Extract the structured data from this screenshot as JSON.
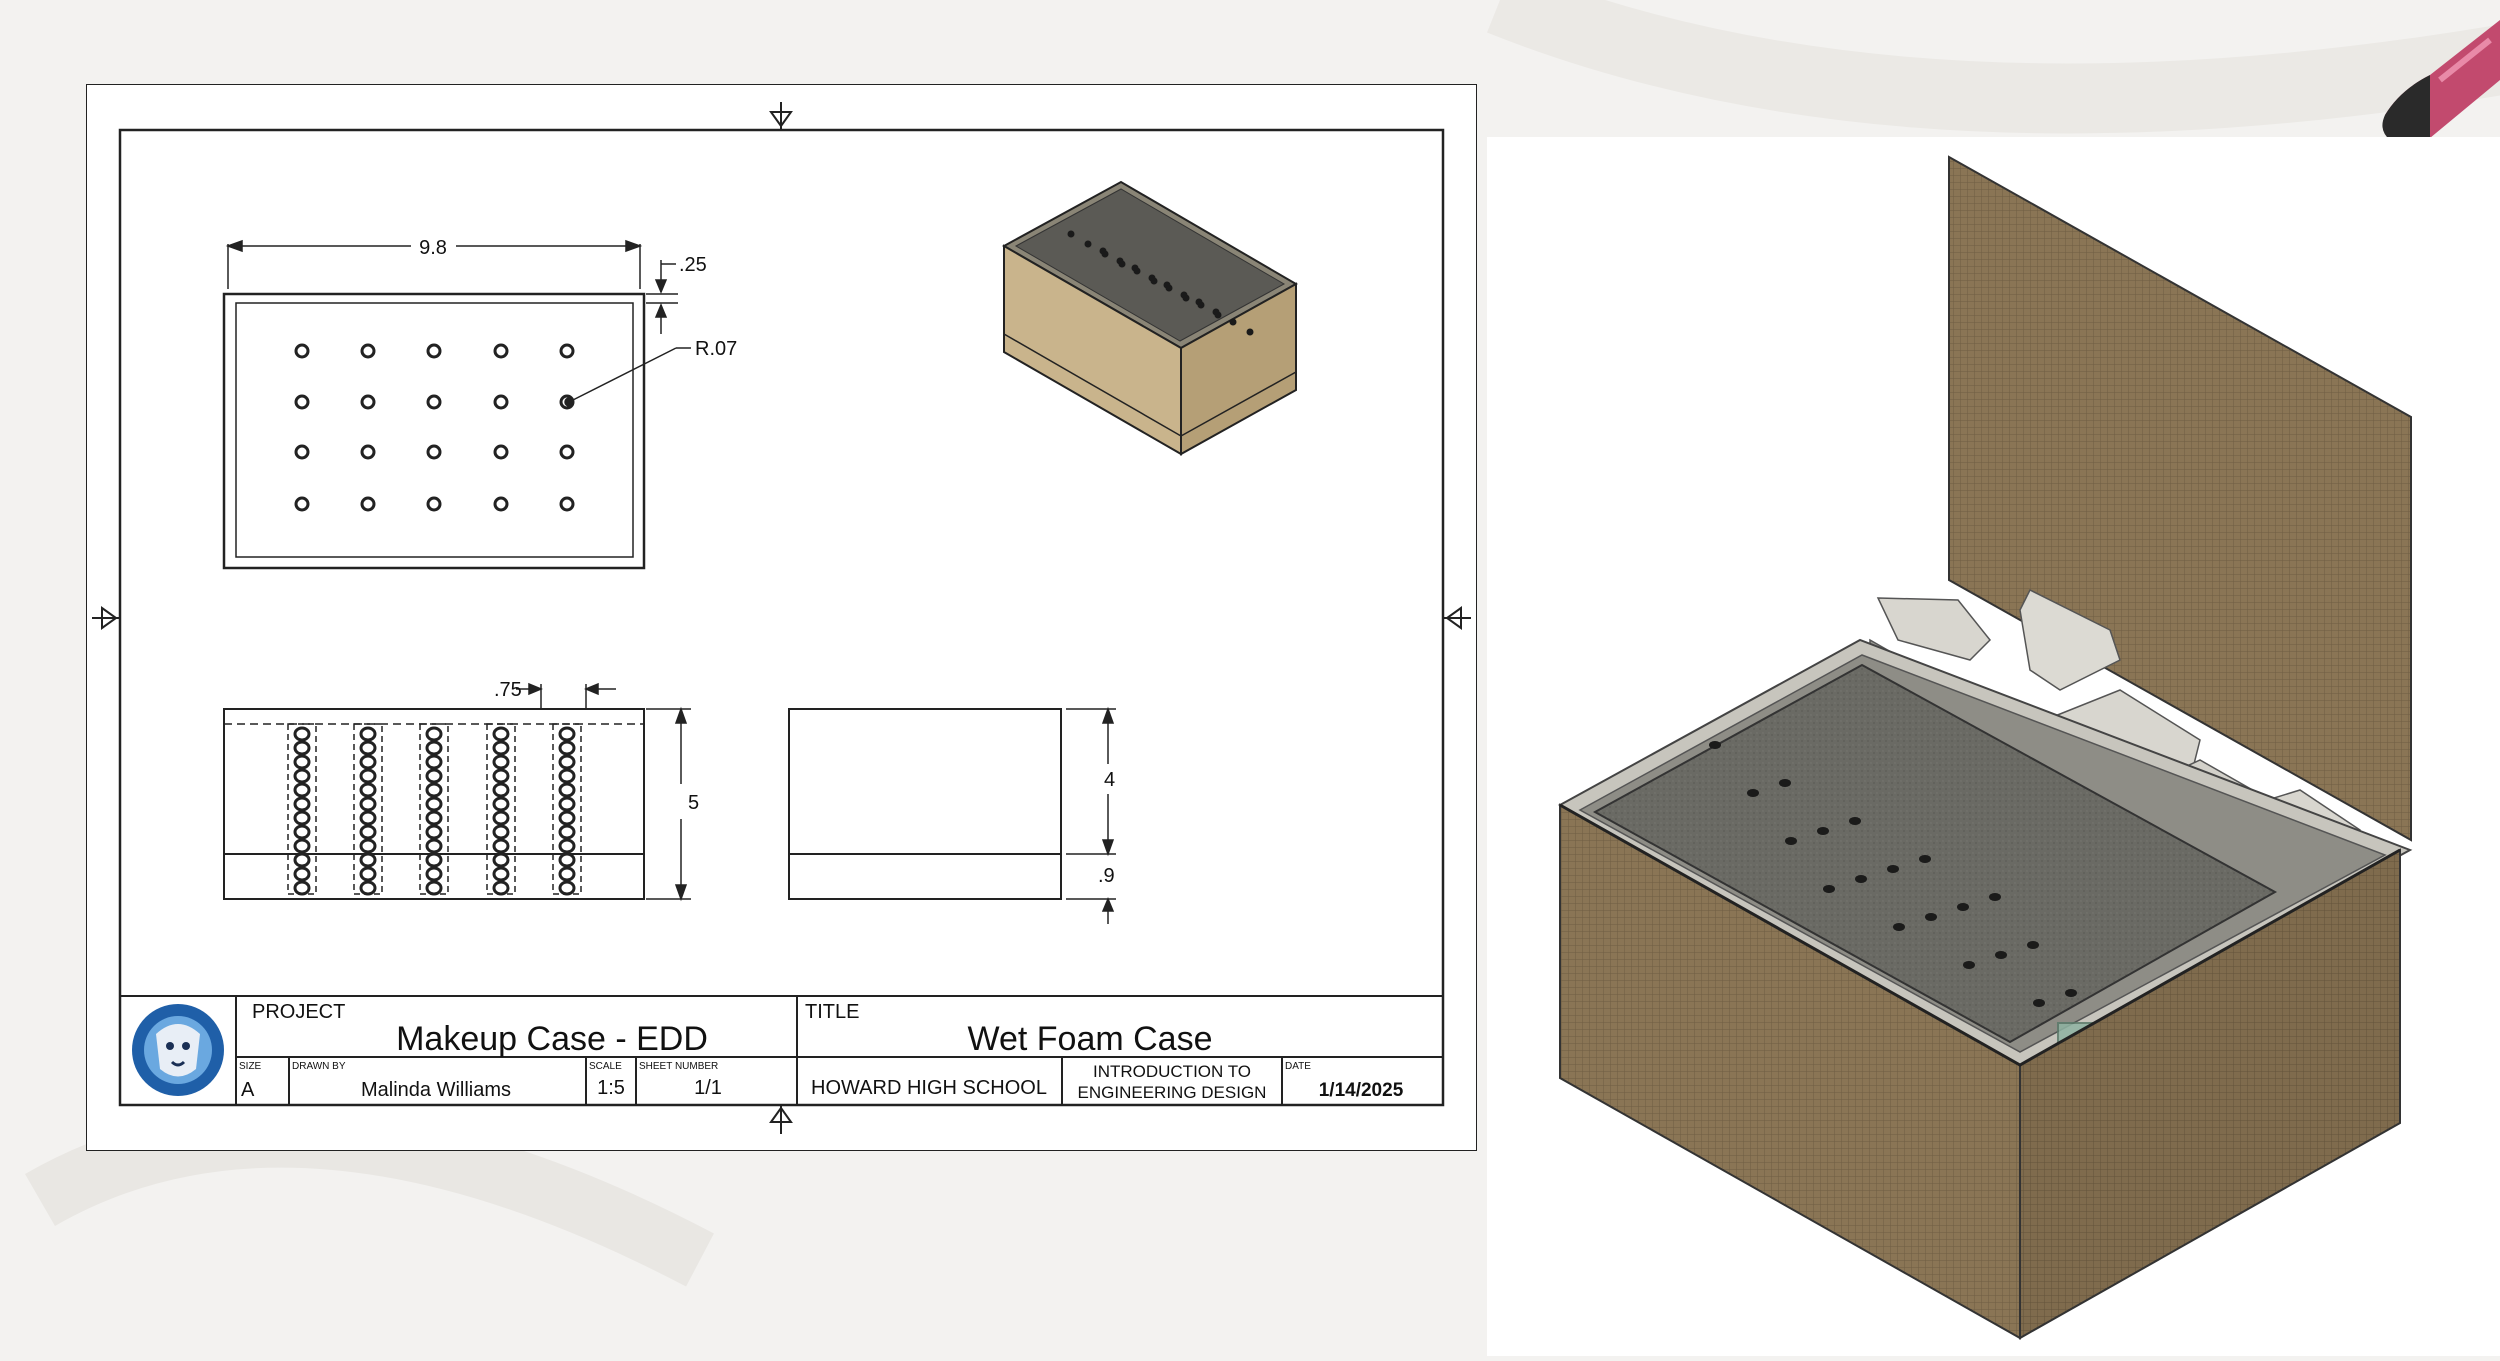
{
  "drawing": {
    "dimensions": {
      "width": "9.8",
      "wall": ".25",
      "hole_radius": "R.07",
      "hole_spacing": ".75",
      "height": "5",
      "lid_height": "4",
      "base_height": ".9"
    },
    "title_block": {
      "project_label": "PROJECT",
      "project": "Makeup Case - EDD",
      "title_label": "TITLE",
      "title": "Wet Foam Case",
      "size_label": "SIZE",
      "size": "A",
      "drawn_by_label": "DRAWN BY",
      "drawn_by": "Malinda Williams",
      "scale_label": "SCALE",
      "scale": "1:5",
      "sheet_label": "SHEET NUMBER",
      "sheet": "1/1",
      "school": "HOWARD HIGH SCHOOL",
      "course_line1": "INTRODUCTION TO",
      "course_line2": "ENGINEERING DESIGN",
      "date_label": "DATE",
      "date": "1/14/2025"
    }
  },
  "colors": {
    "cardboard": "#8a7555",
    "cardboard_dark": "#6f5d42",
    "foam": "#6a6a64",
    "tray": "#d8d6cf"
  }
}
